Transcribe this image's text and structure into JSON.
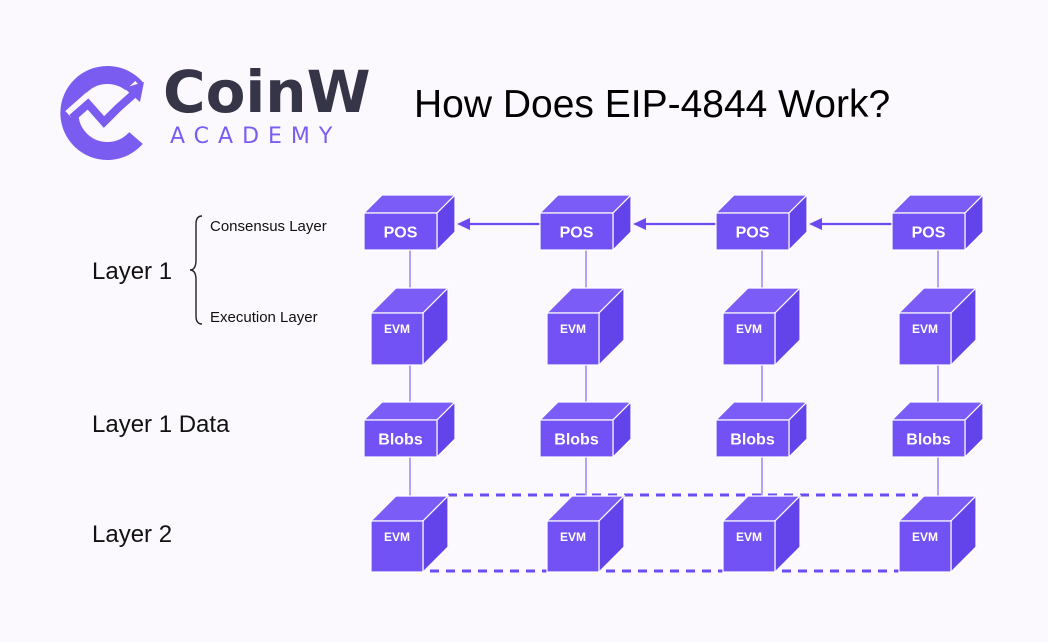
{
  "brand": {
    "name": "CoinW",
    "subtitle": "ACADEMY",
    "logo_icon": "coinw-logo-icon",
    "color": "#7b5cf0"
  },
  "title": "How Does EIP-4844 Work?",
  "rows": {
    "layer1": {
      "label": "Layer 1",
      "sub": [
        "Consensus Layer",
        "Execution Layer"
      ]
    },
    "layer1data": {
      "label": "Layer 1 Data"
    },
    "layer2": {
      "label": "Layer 2"
    }
  },
  "columns": [
    {
      "pos": "POS",
      "evm": "EVM",
      "blobs": "Blobs",
      "l2": "EVM"
    },
    {
      "pos": "POS",
      "evm": "EVM",
      "blobs": "Blobs",
      "l2": "EVM"
    },
    {
      "pos": "POS",
      "evm": "EVM",
      "blobs": "Blobs",
      "l2": "EVM"
    },
    {
      "pos": "POS",
      "evm": "EVM",
      "blobs": "Blobs",
      "l2": "EVM"
    }
  ],
  "colors": {
    "box_front": "#7352f5",
    "box_side": "#6344ea",
    "box_top": "#7b5cf6",
    "connector": "#a28cf0",
    "arrow": "#6c4cf2"
  }
}
